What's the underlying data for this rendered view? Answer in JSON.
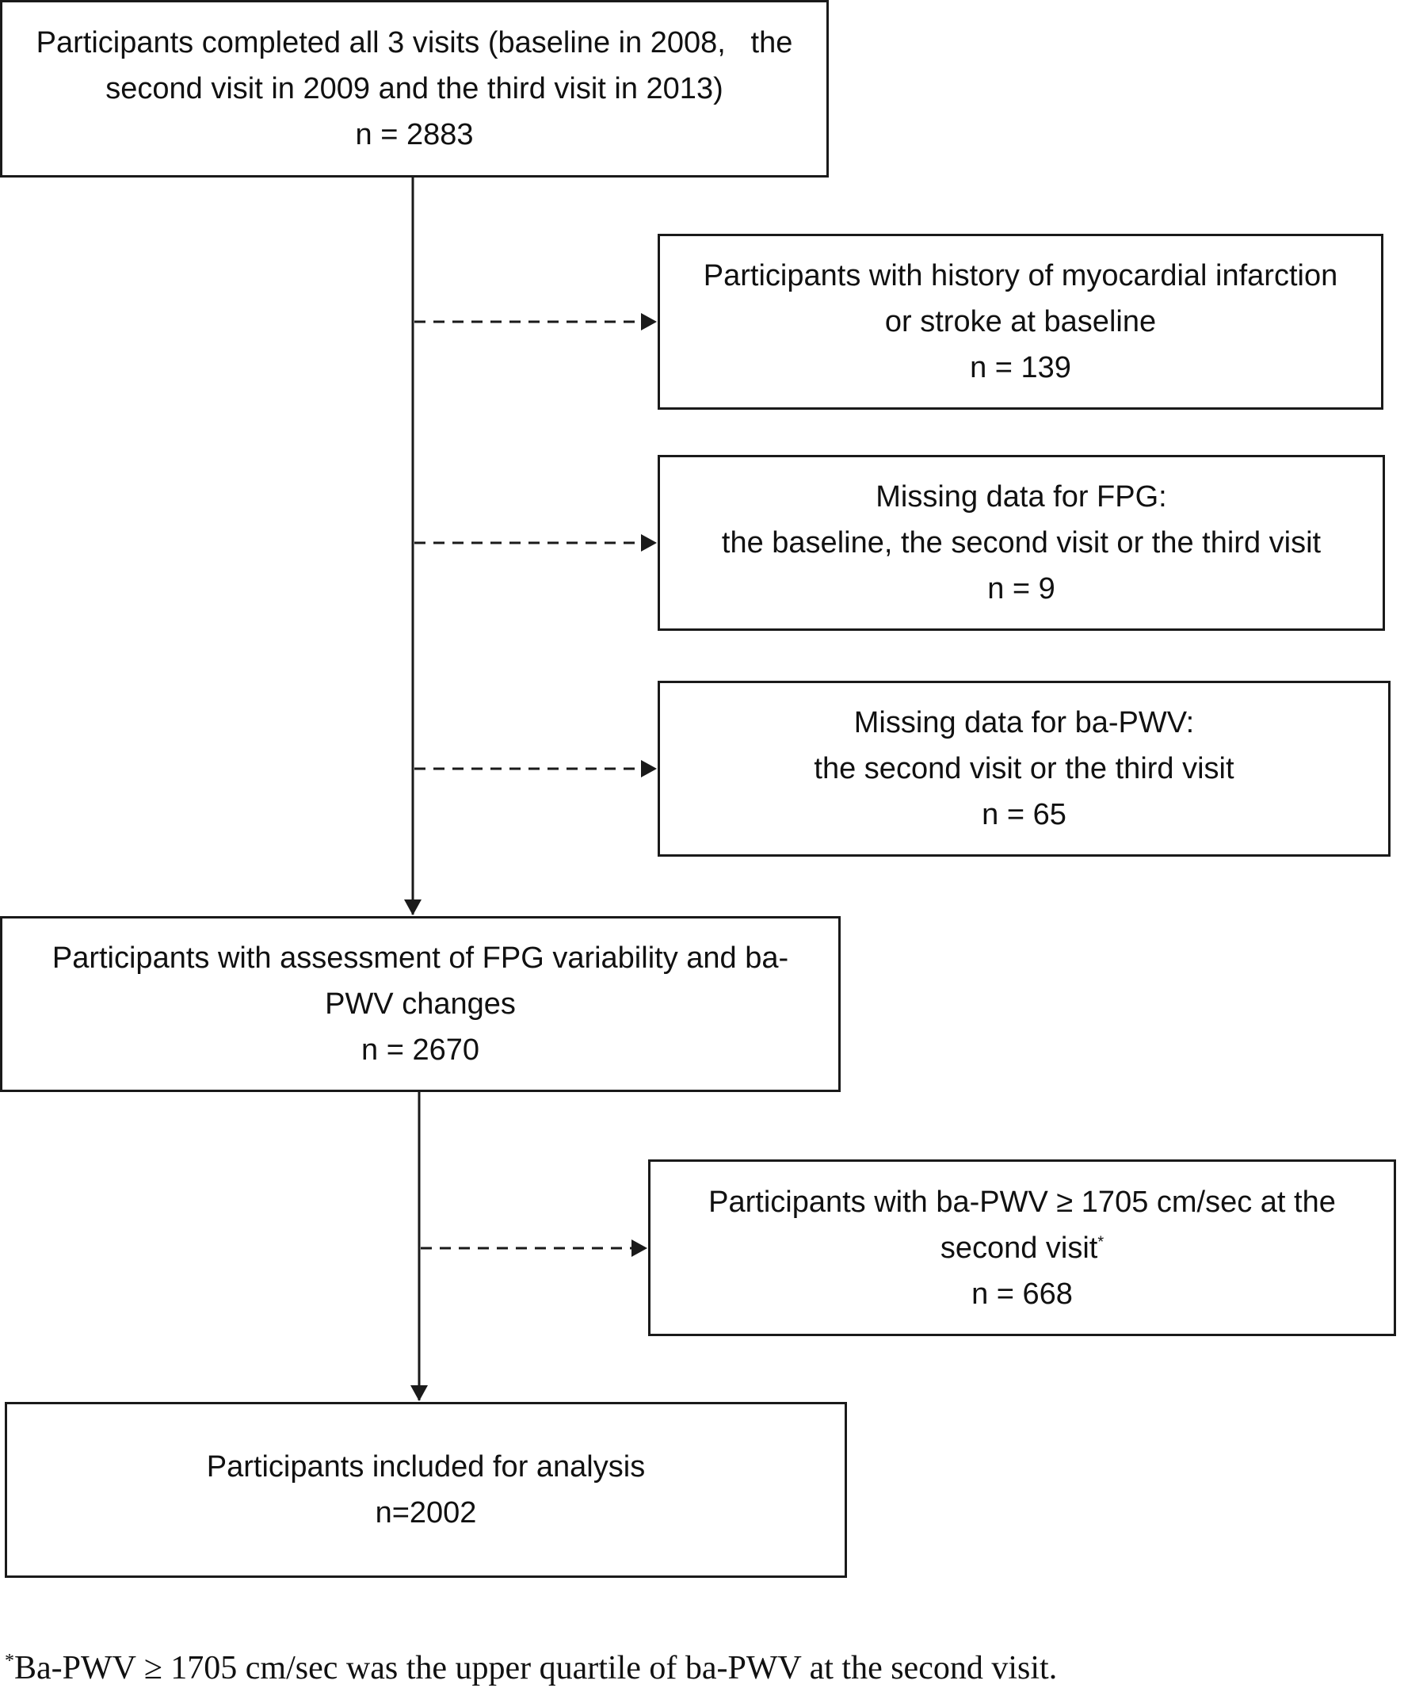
{
  "flowchart": {
    "start": {
      "lines": [
        "Participants completed all 3 visits (baseline in 2008,   the",
        "second visit in 2009 and the third visit in 2013)"
      ],
      "count": "n = 2883"
    },
    "exclusions": [
      {
        "lines": [
          "Participants with history of myocardial infarction",
          "or stroke at baseline"
        ],
        "count": "n = 139"
      },
      {
        "lines": [
          "Missing data for FPG:",
          "the baseline, the second visit or the third visit"
        ],
        "count": "n = 9"
      },
      {
        "lines": [
          "Missing data for ba-PWV:",
          "the second visit or the third visit"
        ],
        "count": "n = 65"
      }
    ],
    "assessment": {
      "lines": [
        "Participants with assessment of FPG variability and ba-",
        "PWV changes"
      ],
      "count": "n = 2670"
    },
    "high_pwv_exclusion": {
      "lines": [
        "Participants with ba-PWV ≥ 1705 cm/sec at the",
        "second visit"
      ],
      "marker": "*",
      "count": "n = 668"
    },
    "final": {
      "lines": [
        "Participants included for analysis"
      ],
      "count": "n=2002"
    }
  },
  "footnote": {
    "marker": "*",
    "text": "Ba-PWV ≥ 1705 cm/sec was the upper quartile of ba-PWV at the second visit."
  }
}
